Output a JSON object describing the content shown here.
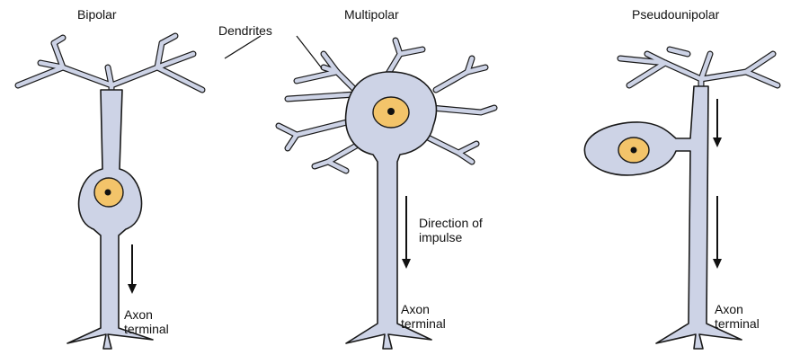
{
  "titles": {
    "bipolar": "Bipolar",
    "multipolar": "Multipolar",
    "pseudounipolar": "Pseudounipolar"
  },
  "labels": {
    "dendrites": "Dendrites",
    "direction": "Direction of impulse",
    "axon_terminal_1": "Axon terminal",
    "axon_terminal_2": "Axon terminal",
    "axon_terminal_3": "Axon terminal"
  },
  "colors": {
    "cell_body": "#cdd3e6",
    "nucleus": "#f3c46a",
    "outline": "#1a1a1a"
  }
}
